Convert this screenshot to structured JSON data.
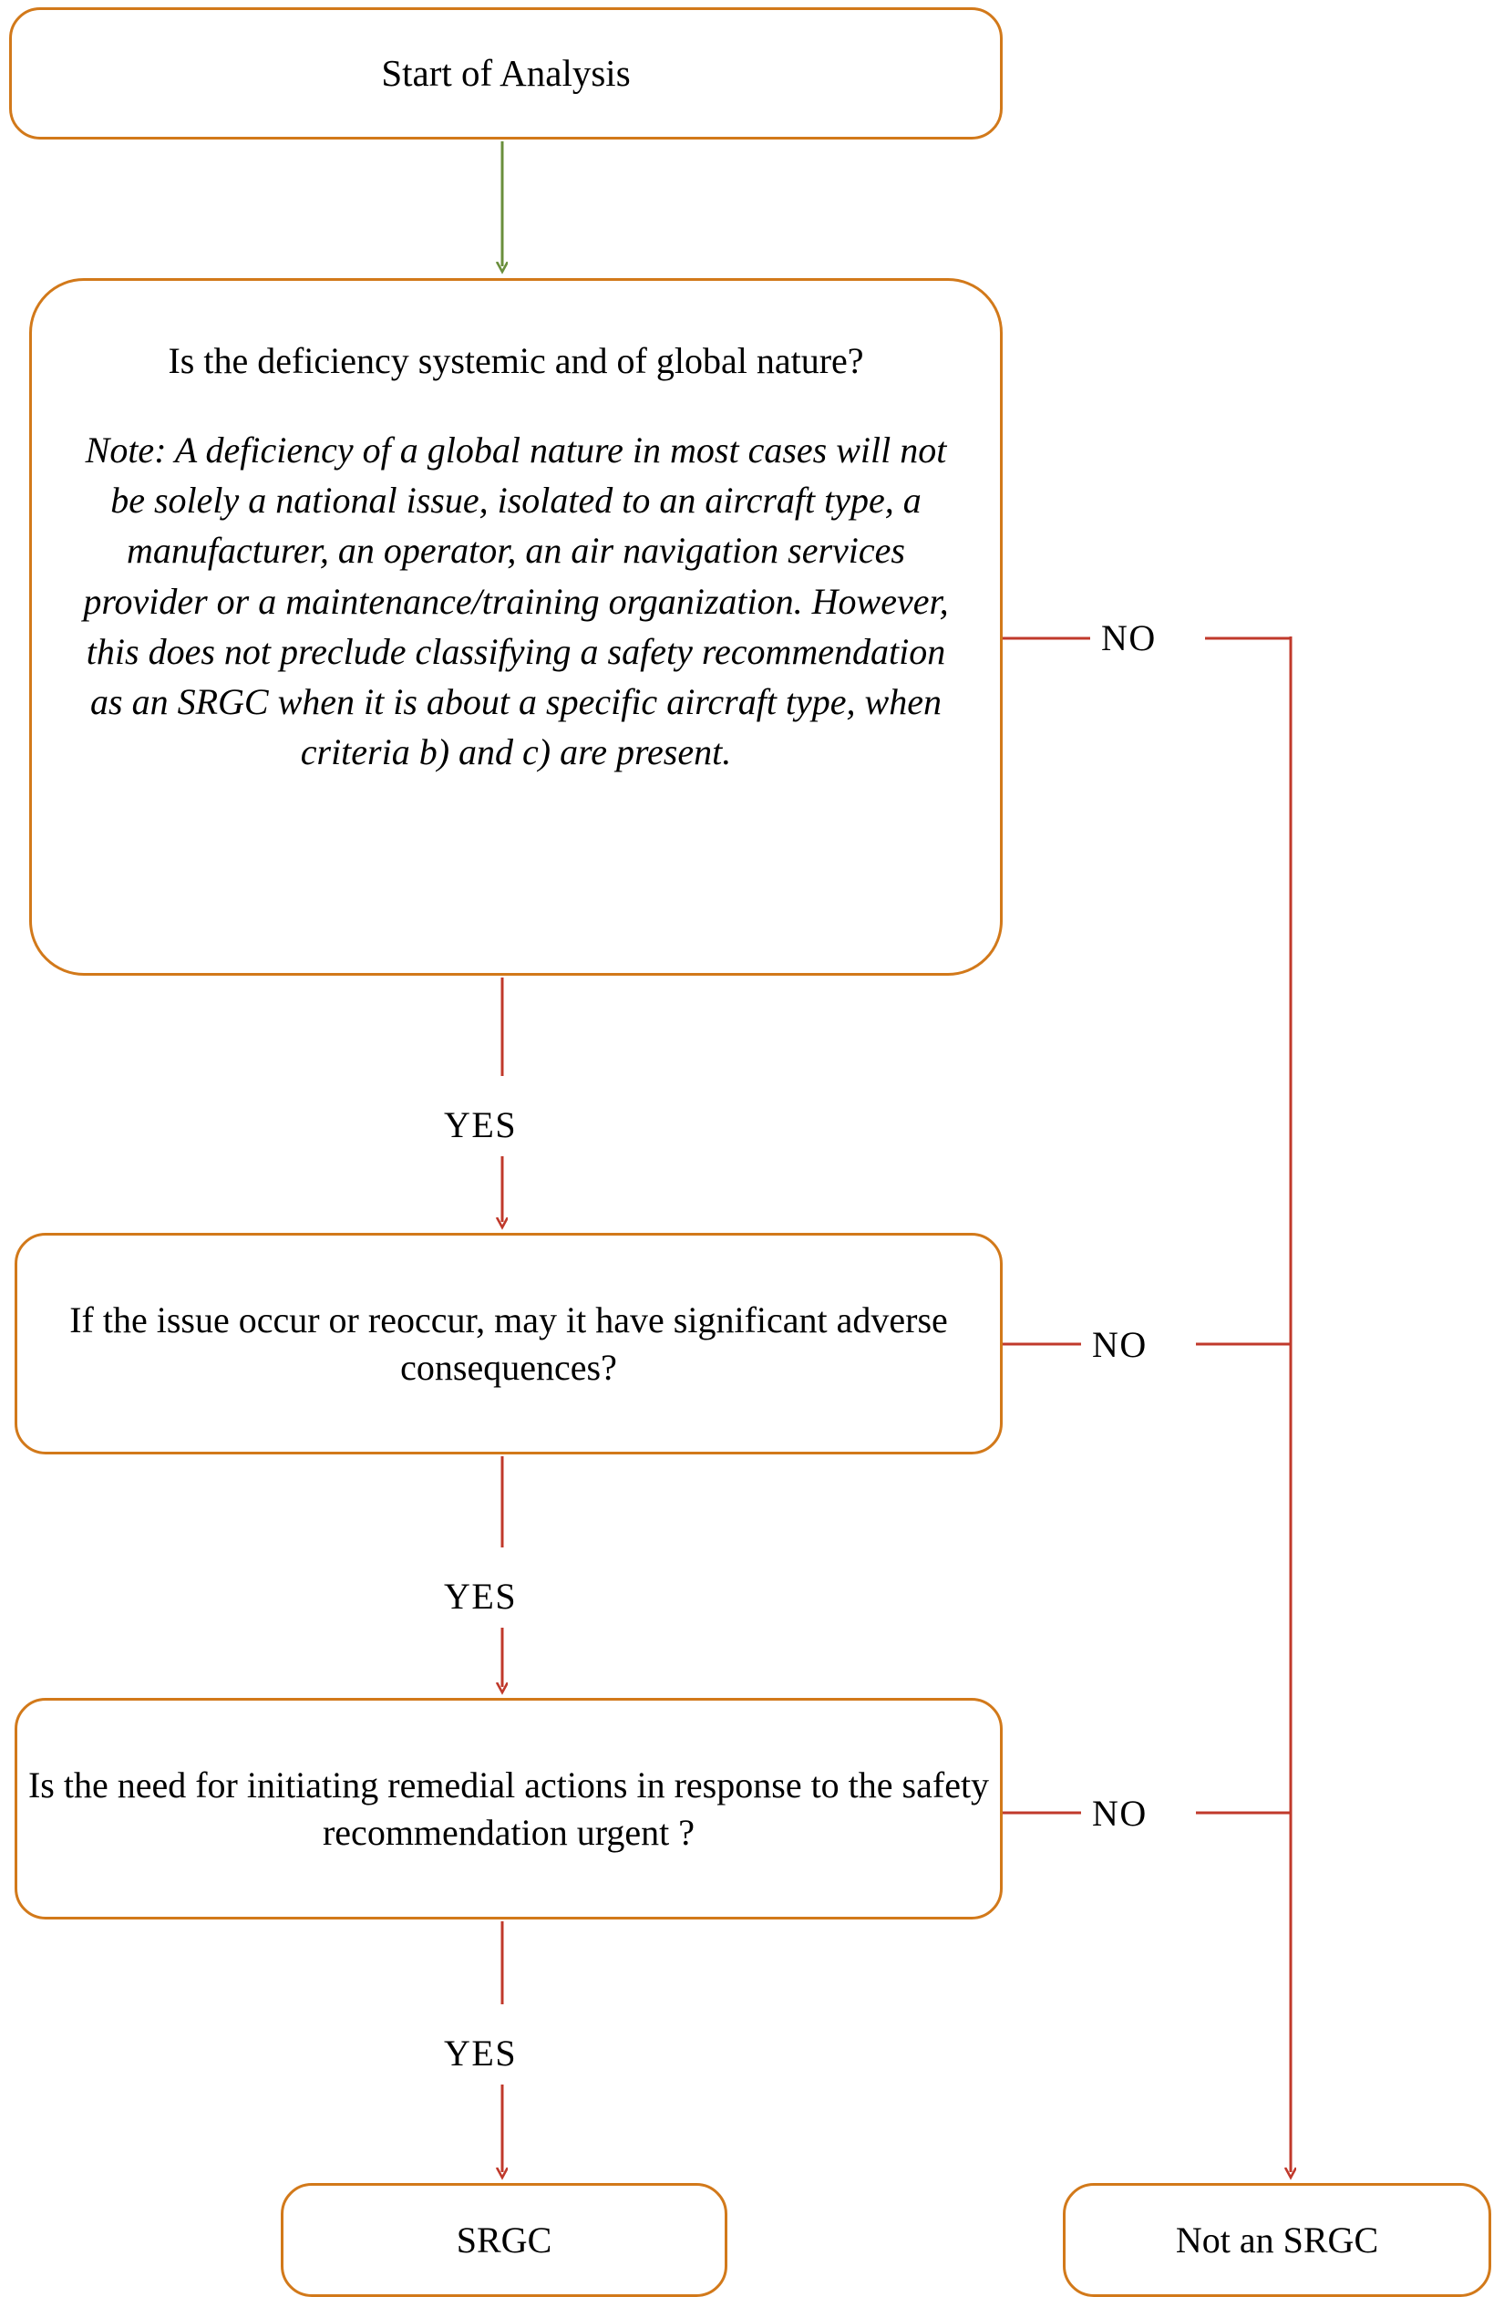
{
  "diagram": {
    "type": "flowchart",
    "title": "SRGC classification decision flow",
    "colors": {
      "node_border": "#d2791a",
      "arrow_red": "#c0392b",
      "arrow_green": "#6a8f3c",
      "text": "#000000",
      "background": "#ffffff"
    },
    "nodes": [
      {
        "id": "start",
        "label": "Start of Analysis",
        "shape": "rounded-rectangle"
      },
      {
        "id": "q1",
        "label": "Is the deficiency systemic and of global nature?",
        "note": "Note: A deficiency of a global nature in most cases will not be solely a national issue, isolated to an aircraft type, a manufacturer, an operator, an air navigation services provider or a maintenance/training organization. However, this does not preclude classifying a safety recommendation as an SRGC when it is about a specific aircraft type, when criteria b) and c) are present.",
        "shape": "rounded-rectangle"
      },
      {
        "id": "q2",
        "label": "If the issue occur or reoccur, may it have significant adverse consequences?",
        "shape": "rounded-rectangle"
      },
      {
        "id": "q3",
        "label": "Is the need for initiating remedial actions in response to the safety recommendation urgent ?",
        "shape": "rounded-rectangle"
      },
      {
        "id": "srgc",
        "label": "SRGC",
        "shape": "rounded-rectangle"
      },
      {
        "id": "not-srgc",
        "label": "Not an SRGC",
        "shape": "rounded-rectangle"
      }
    ],
    "edges": [
      {
        "id": "start-to-q1",
        "from": "start",
        "to": "q1",
        "label": "",
        "color": "#6a8f3c"
      },
      {
        "id": "q1-yes",
        "from": "q1",
        "to": "q2",
        "label": "YES",
        "color": "#c0392b"
      },
      {
        "id": "q2-yes",
        "from": "q2",
        "to": "q3",
        "label": "YES",
        "color": "#c0392b"
      },
      {
        "id": "q3-yes",
        "from": "q3",
        "to": "srgc",
        "label": "YES",
        "color": "#c0392b"
      },
      {
        "id": "q1-no",
        "from": "q1",
        "to": "not-srgc",
        "label": "NO",
        "color": "#c0392b"
      },
      {
        "id": "q2-no",
        "from": "q2",
        "to": "not-srgc",
        "label": "NO",
        "color": "#c0392b"
      },
      {
        "id": "q3-no",
        "from": "q3",
        "to": "not-srgc",
        "label": "NO",
        "color": "#c0392b"
      }
    ]
  }
}
